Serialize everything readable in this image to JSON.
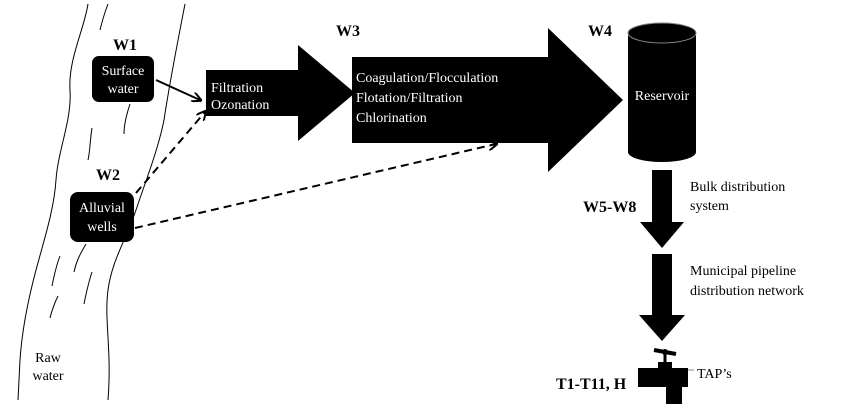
{
  "stations": {
    "w1": "W1",
    "w2": "W2",
    "w3": "W3",
    "w4": "W4",
    "w5_w8": "W5-W8",
    "taps": "T1-T11, H"
  },
  "sources": {
    "surface_line1": "Surface",
    "surface_line2": "water",
    "alluvial_line1": "Alluvial",
    "alluvial_line2": "wells",
    "raw_line1": "Raw",
    "raw_line2": "water"
  },
  "treatment1": {
    "line1": "Filtration",
    "line2": "Ozonation"
  },
  "treatment2": {
    "line1": "Coagulation/Flocculation",
    "line2": "Flotation/Filtration",
    "line3": "Chlorination"
  },
  "storage": {
    "label": "Reservoir"
  },
  "distribution": {
    "bulk_line1": "Bulk distribution",
    "bulk_line2": "system",
    "municipal_line1": "Municipal pipeline",
    "municipal_line2": "distribution network",
    "tap_label": "TAP’s"
  }
}
